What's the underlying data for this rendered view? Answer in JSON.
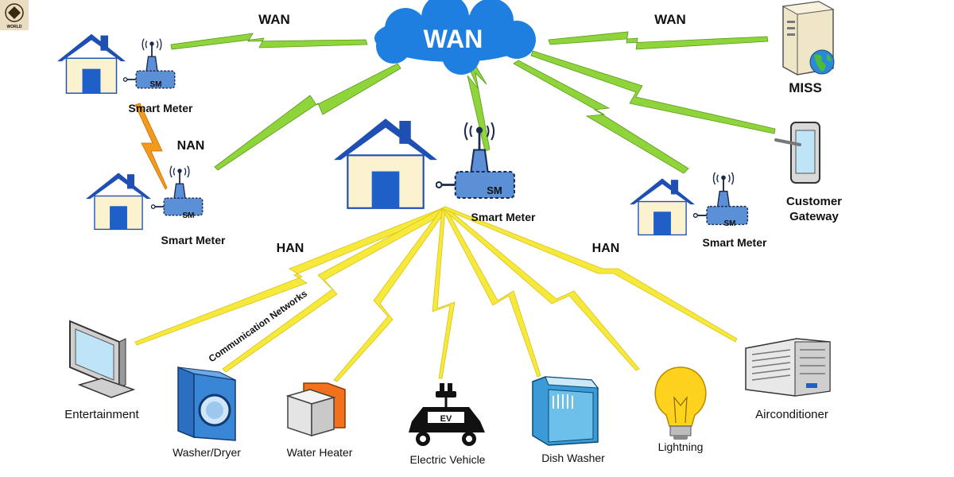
{
  "colors": {
    "wan_bolt": "#8fd43a",
    "nan_bolt": "#f39a1e",
    "han_bolt": "#f7e93a",
    "house_roof": "#1f4fb3",
    "house_wall": "#fbf2cf",
    "house_door": "#1f5fc8",
    "meter_body": "#5b8fd6",
    "cloud": "#1f7fe0"
  },
  "labels": {
    "logo_text": "WORLD",
    "cloud": "WAN",
    "wan_left": "WAN",
    "wan_right": "WAN",
    "nan": "NAN",
    "han_left": "HAN",
    "han_right": "HAN",
    "comm_networks": "Communication Networks",
    "sm_badge": "SM",
    "ev_badge": "EV"
  },
  "meters": [
    {
      "label": "Smart Meter"
    },
    {
      "label": "Smart Meter"
    },
    {
      "label": "Smart Meter"
    },
    {
      "label": "Smart Meter"
    }
  ],
  "nodes": {
    "miss": "MISS",
    "gateway_line1": "Customer",
    "gateway_line2": "Gateway"
  },
  "appliances": [
    {
      "label": "Entertainment",
      "icon": "tv-icon"
    },
    {
      "label": "Washer/Dryer",
      "icon": "washer-icon"
    },
    {
      "label": "Water Heater",
      "icon": "water-heater-icon"
    },
    {
      "label": "Electric Vehicle",
      "icon": "ev-car-icon"
    },
    {
      "label": "Dish Washer",
      "icon": "dishwasher-icon"
    },
    {
      "label": "Lightning",
      "icon": "lightbulb-icon"
    },
    {
      "label": "Airconditioner",
      "icon": "air-conditioner-icon"
    }
  ]
}
